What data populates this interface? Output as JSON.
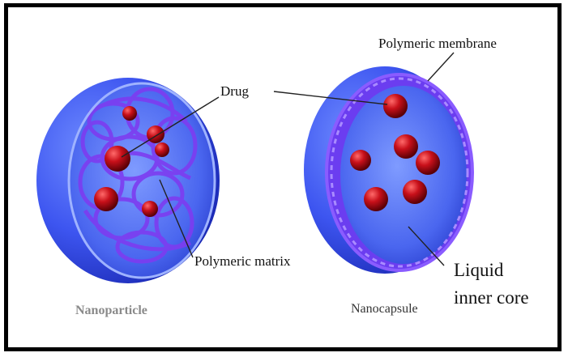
{
  "labels": {
    "drug": "Drug",
    "polymeric_membrane": "Polymeric membrane",
    "polymeric_matrix": "Polymeric matrix",
    "liquid_inner_core_line1": "Liquid",
    "liquid_inner_core_line2": "inner core"
  },
  "captions": {
    "nanoparticle": "Nanoparticle",
    "nanocapsule": "Nanocapsule"
  }
}
